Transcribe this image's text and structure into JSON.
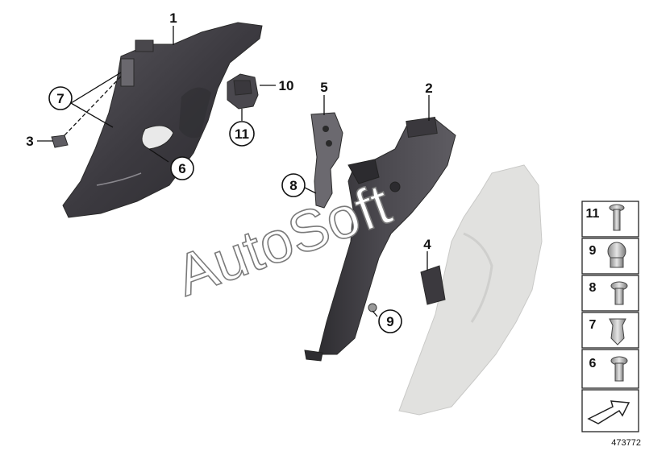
{
  "callouts": [
    {
      "id": "c1",
      "label": "1",
      "style": "plain"
    },
    {
      "id": "c2",
      "label": "2",
      "style": "plain"
    },
    {
      "id": "c3",
      "label": "3",
      "style": "plain"
    },
    {
      "id": "c4",
      "label": "4",
      "style": "plain"
    },
    {
      "id": "c5",
      "label": "5",
      "style": "plain"
    },
    {
      "id": "c6",
      "label": "6",
      "style": "circled"
    },
    {
      "id": "c7",
      "label": "7",
      "style": "circled"
    },
    {
      "id": "c8",
      "label": "8",
      "style": "circled"
    },
    {
      "id": "c9",
      "label": "9",
      "style": "circled"
    },
    {
      "id": "c10",
      "label": "10",
      "style": "plain"
    },
    {
      "id": "c11",
      "label": "11",
      "style": "circled"
    }
  ],
  "legend": [
    "11",
    "9",
    "8",
    "7",
    "6"
  ],
  "watermark": "AutoSoft",
  "diagram_code": "473772",
  "colors": {
    "part_dark": "#3c3a40",
    "part_mid": "#58565c",
    "ghost": "#e1e1df"
  }
}
